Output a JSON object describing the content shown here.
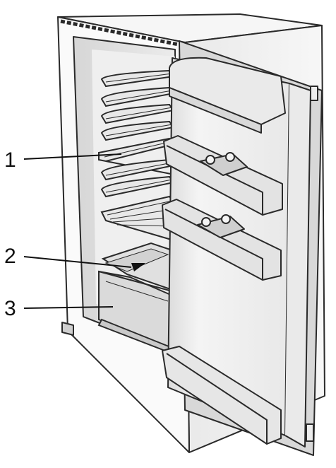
{
  "callouts": [
    {
      "number": "1",
      "part": "shelf"
    },
    {
      "number": "2",
      "part": "crisper-cover"
    },
    {
      "number": "3",
      "part": "crisper-drawer"
    }
  ],
  "colors": {
    "line": "#2a2a2a",
    "body": "#ffffff",
    "interior": "#e6e6e6",
    "door": "#f2f2f2"
  }
}
